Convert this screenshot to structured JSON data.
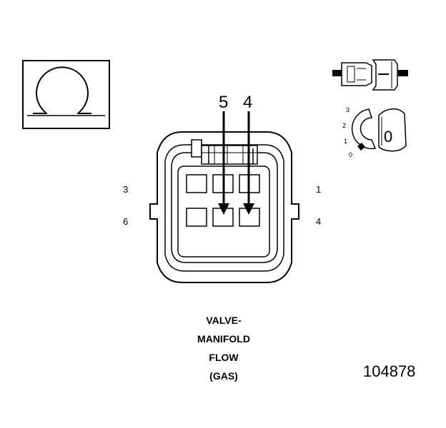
{
  "symbol": {
    "name": "ohm-icon"
  },
  "probe_pins": {
    "left": "5",
    "right": "4"
  },
  "cavity_numbers": {
    "top_left": "3",
    "bottom_left": "6",
    "top_right": "1",
    "bottom_right": "4"
  },
  "selector_dial": {
    "positions": [
      "3",
      "2",
      "1",
      "0"
    ],
    "setting": "0"
  },
  "caption": {
    "line1": "VALVE-",
    "line2": "MANIFOLD",
    "line3": "FLOW",
    "line4": "(GAS)"
  },
  "figure_number": "104878"
}
